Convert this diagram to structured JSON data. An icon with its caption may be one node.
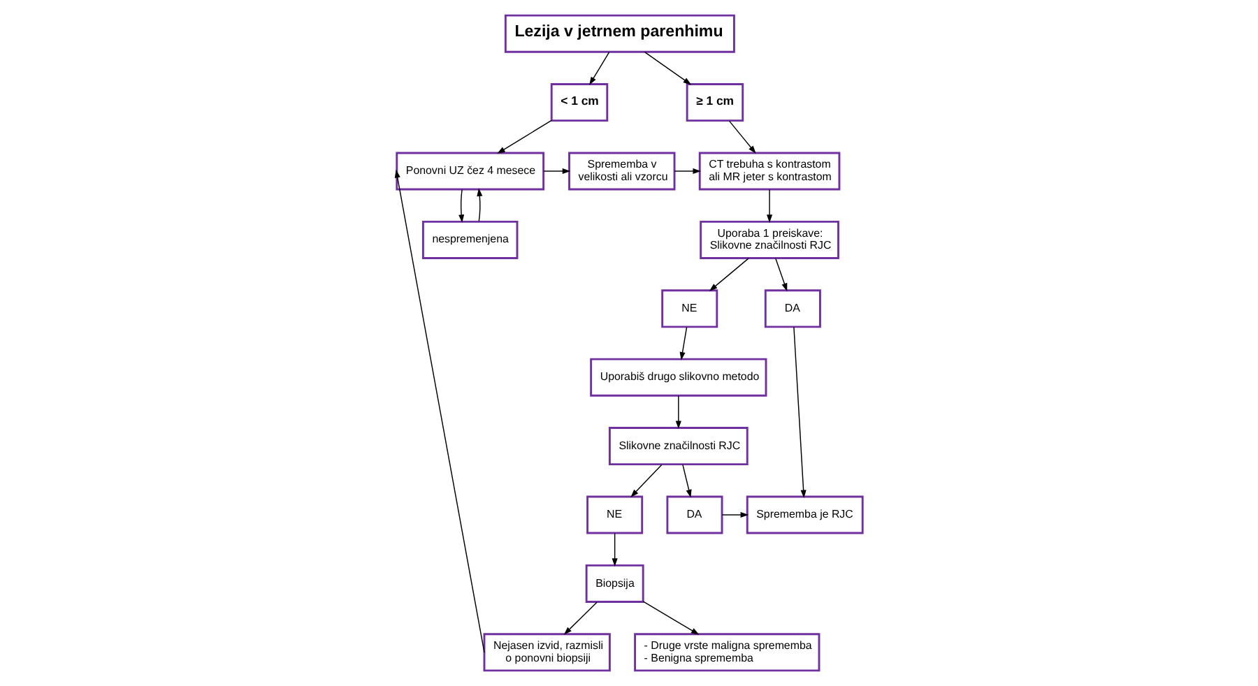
{
  "diagram": {
    "nodes": [
      {
        "text": [
          "Lezija v jetrnem parenhimu"
        ]
      },
      {
        "text": [
          "< 1 cm"
        ]
      },
      {
        "text": [
          "≥ 1 cm"
        ]
      },
      {
        "text": [
          "Ponovni UZ čez 4 mesece"
        ]
      },
      {
        "text": [
          "Sprememba v velikosti ali vzorcu"
        ]
      },
      {
        "text": [
          "nespremenjena"
        ]
      },
      {
        "text": [
          "CT trebuha s kontrastom ali MR jeter s kontrastom"
        ]
      },
      {
        "text": [
          "Uporaba 1 preiskave: Slikovne značilnosti RJC"
        ]
      },
      {
        "text": [
          "NE"
        ]
      },
      {
        "text": [
          "DA"
        ]
      },
      {
        "text": [
          "Uporabiš drugo slikovno metodo"
        ]
      },
      {
        "text": [
          "Slikovne značilnosti RJC"
        ]
      },
      {
        "text": [
          "NE"
        ]
      },
      {
        "text": [
          "DA"
        ]
      },
      {
        "text": [
          "Sprememba je RJC"
        ]
      },
      {
        "text": [
          "Biopsija"
        ]
      },
      {
        "text": [
          "Nejasen izvid, razmisli o ponovni biopsiji"
        ]
      },
      {
        "text": [
          "- Druge vrste maligna sprememba",
          "- Benigna sprememba"
        ]
      }
    ],
    "edges": [
      {
        "from": 0,
        "to": 1,
        "arrow": "to"
      },
      {
        "from": 0,
        "to": 2,
        "arrow": "to"
      },
      {
        "from": 1,
        "to": 3,
        "arrow": "to"
      },
      {
        "from": 2,
        "to": 6,
        "arrow": "to"
      },
      {
        "from": 3,
        "to": 4,
        "arrow": "to"
      },
      {
        "from": 4,
        "to": 6,
        "arrow": "to"
      },
      {
        "from": 3,
        "to": 5,
        "arrow": "to"
      },
      {
        "from": 5,
        "to": 3,
        "arrow": "to"
      },
      {
        "from": 6,
        "to": 7,
        "arrow": "to"
      },
      {
        "from": 7,
        "to": 8,
        "arrow": "to"
      },
      {
        "from": 7,
        "to": 9,
        "arrow": "to"
      },
      {
        "from": 8,
        "to": 10,
        "arrow": "to"
      },
      {
        "from": 10,
        "to": 11,
        "arrow": "to"
      },
      {
        "from": 11,
        "to": 12,
        "arrow": "to"
      },
      {
        "from": 11,
        "to": 13,
        "arrow": "to"
      },
      {
        "from": 13,
        "to": 14,
        "arrow": "to"
      },
      {
        "from": 9,
        "to": 14,
        "arrow": "to"
      },
      {
        "from": 12,
        "to": 15,
        "arrow": "to"
      },
      {
        "from": 15,
        "to": 16,
        "arrow": "to"
      },
      {
        "from": 15,
        "to": 17,
        "arrow": "to"
      },
      {
        "from": 16,
        "to": 3,
        "arrow": "to"
      }
    ]
  }
}
